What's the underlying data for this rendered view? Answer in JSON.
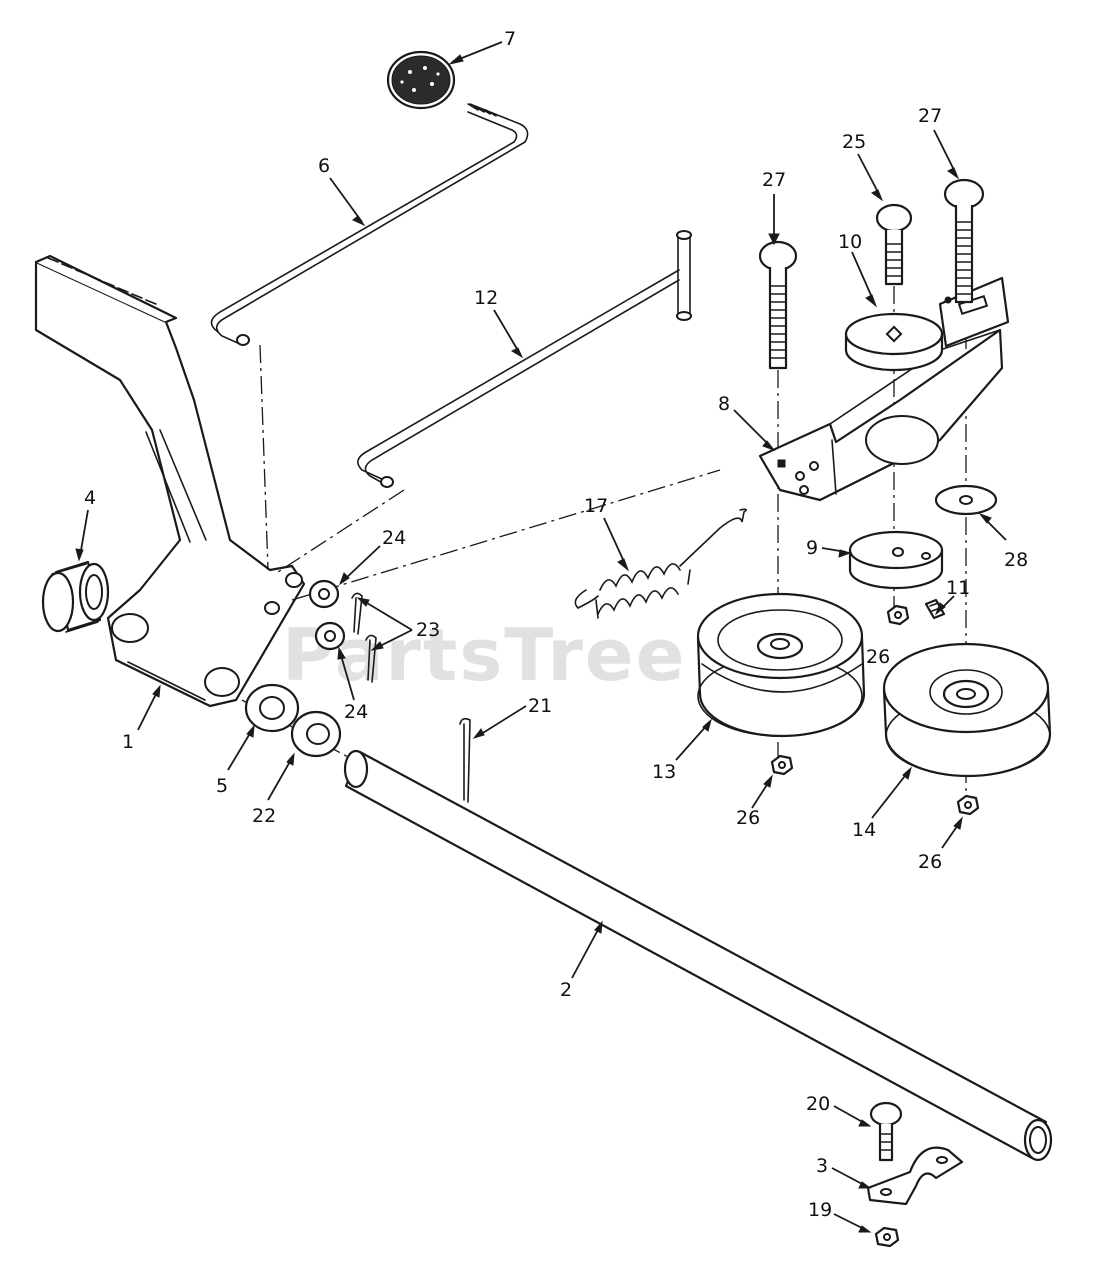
{
  "watermark": "PartsTree",
  "colors": {
    "line": "#1a1a1a",
    "watermark": "#bdbdbd",
    "background": "#ffffff"
  },
  "callouts": [
    {
      "id": "c7",
      "label": "7"
    },
    {
      "id": "c6",
      "label": "6"
    },
    {
      "id": "c12",
      "label": "12"
    },
    {
      "id": "c27a",
      "label": "27"
    },
    {
      "id": "c25",
      "label": "25"
    },
    {
      "id": "c27b",
      "label": "27"
    },
    {
      "id": "c10",
      "label": "10"
    },
    {
      "id": "c8",
      "label": "8"
    },
    {
      "id": "c17",
      "label": "17"
    },
    {
      "id": "c9",
      "label": "9"
    },
    {
      "id": "c28",
      "label": "28"
    },
    {
      "id": "c11",
      "label": "11"
    },
    {
      "id": "c26a",
      "label": "26"
    },
    {
      "id": "c4",
      "label": "4"
    },
    {
      "id": "c24a",
      "label": "24"
    },
    {
      "id": "c23",
      "label": "23"
    },
    {
      "id": "c24b",
      "label": "24"
    },
    {
      "id": "c1",
      "label": "1"
    },
    {
      "id": "c5",
      "label": "5"
    },
    {
      "id": "c22",
      "label": "22"
    },
    {
      "id": "c21",
      "label": "21"
    },
    {
      "id": "c13",
      "label": "13"
    },
    {
      "id": "c26b",
      "label": "26"
    },
    {
      "id": "c14",
      "label": "14"
    },
    {
      "id": "c26c",
      "label": "26"
    },
    {
      "id": "c2",
      "label": "2"
    },
    {
      "id": "c20",
      "label": "20"
    },
    {
      "id": "c3",
      "label": "3"
    },
    {
      "id": "c19",
      "label": "19"
    }
  ]
}
